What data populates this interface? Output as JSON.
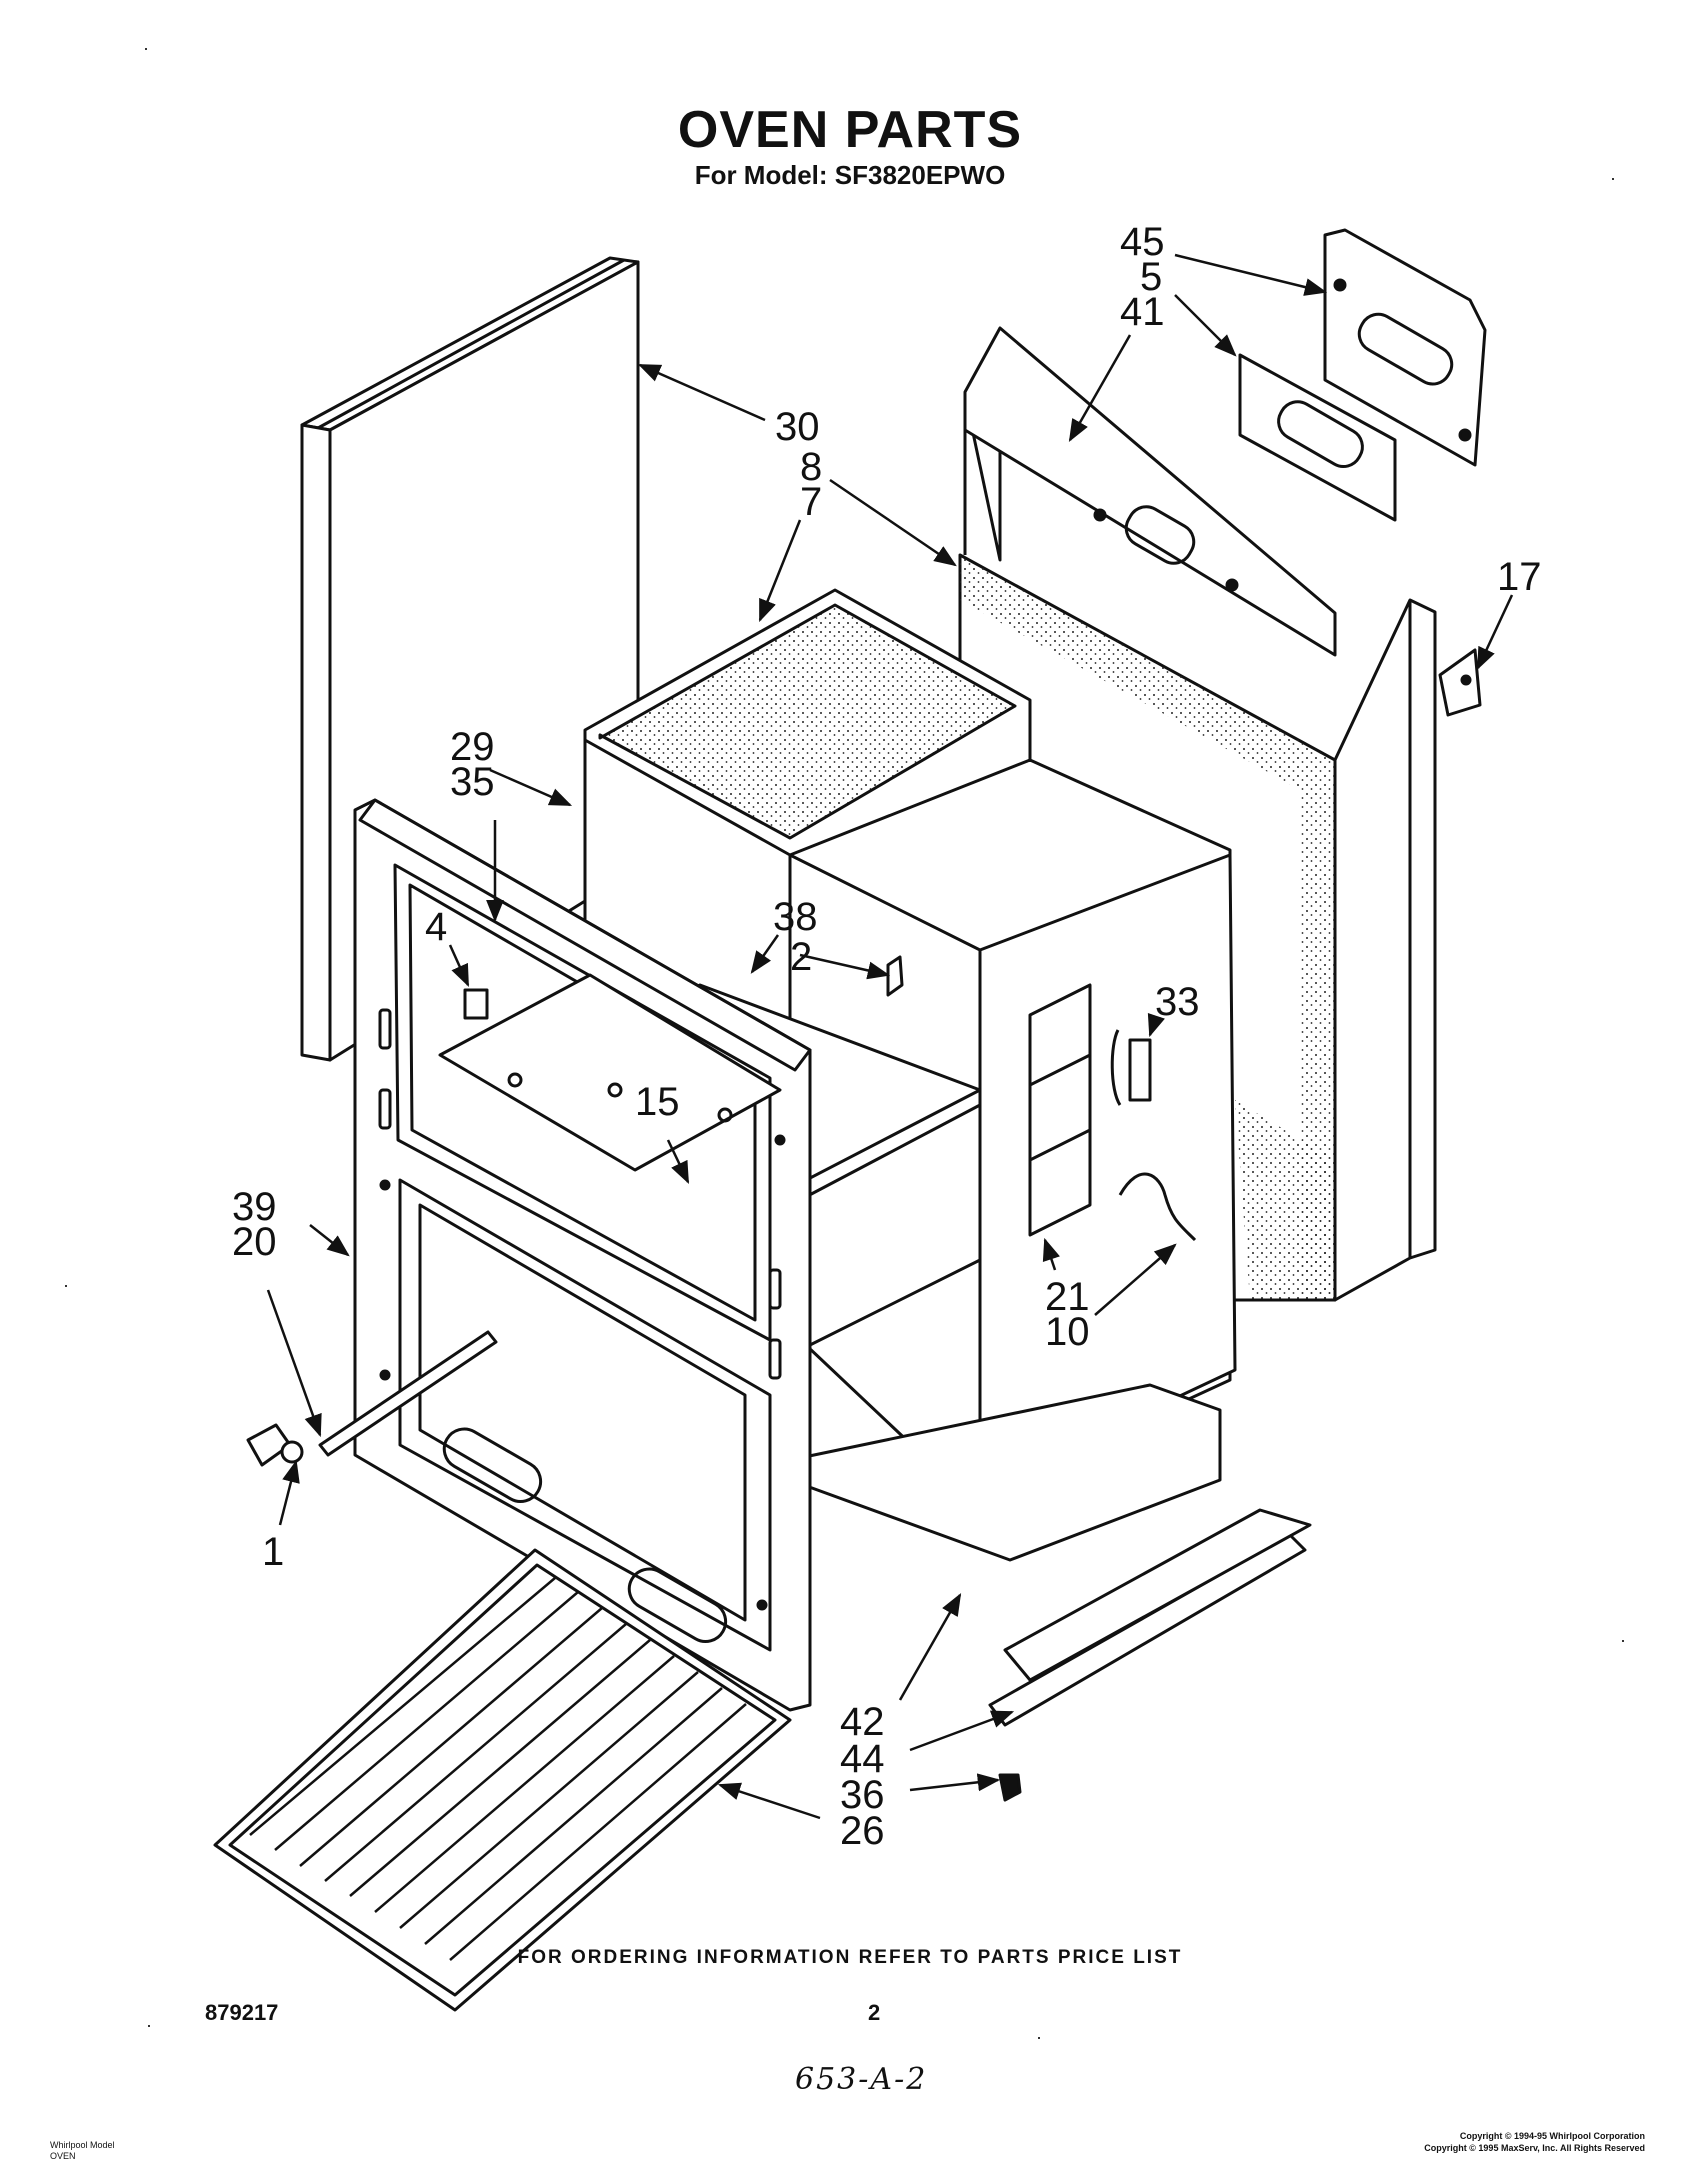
{
  "header": {
    "title": "OVEN PARTS",
    "subtitle": "For Model: SF3820EPWO"
  },
  "callouts": [
    "45",
    "5",
    "41",
    "30",
    "8",
    "7",
    "17",
    "29",
    "35",
    "38",
    "2",
    "4",
    "33",
    "15",
    "39",
    "20",
    "21",
    "10",
    "1",
    "42",
    "44",
    "36",
    "26"
  ],
  "footer": {
    "ordering_note": "FOR ORDERING INFORMATION REFER TO PARTS PRICE LIST",
    "doc_number": "879217",
    "page_number": "2",
    "handwritten_ref": "653-A-2",
    "fine_print_left": [
      "Whirlpool Model",
      "OVEN"
    ],
    "copyright": [
      "Copyright © 1994-95 Whirlpool Corporation",
      "Copyright © 1995 MaxServ, Inc.  All Rights Reserved"
    ]
  }
}
